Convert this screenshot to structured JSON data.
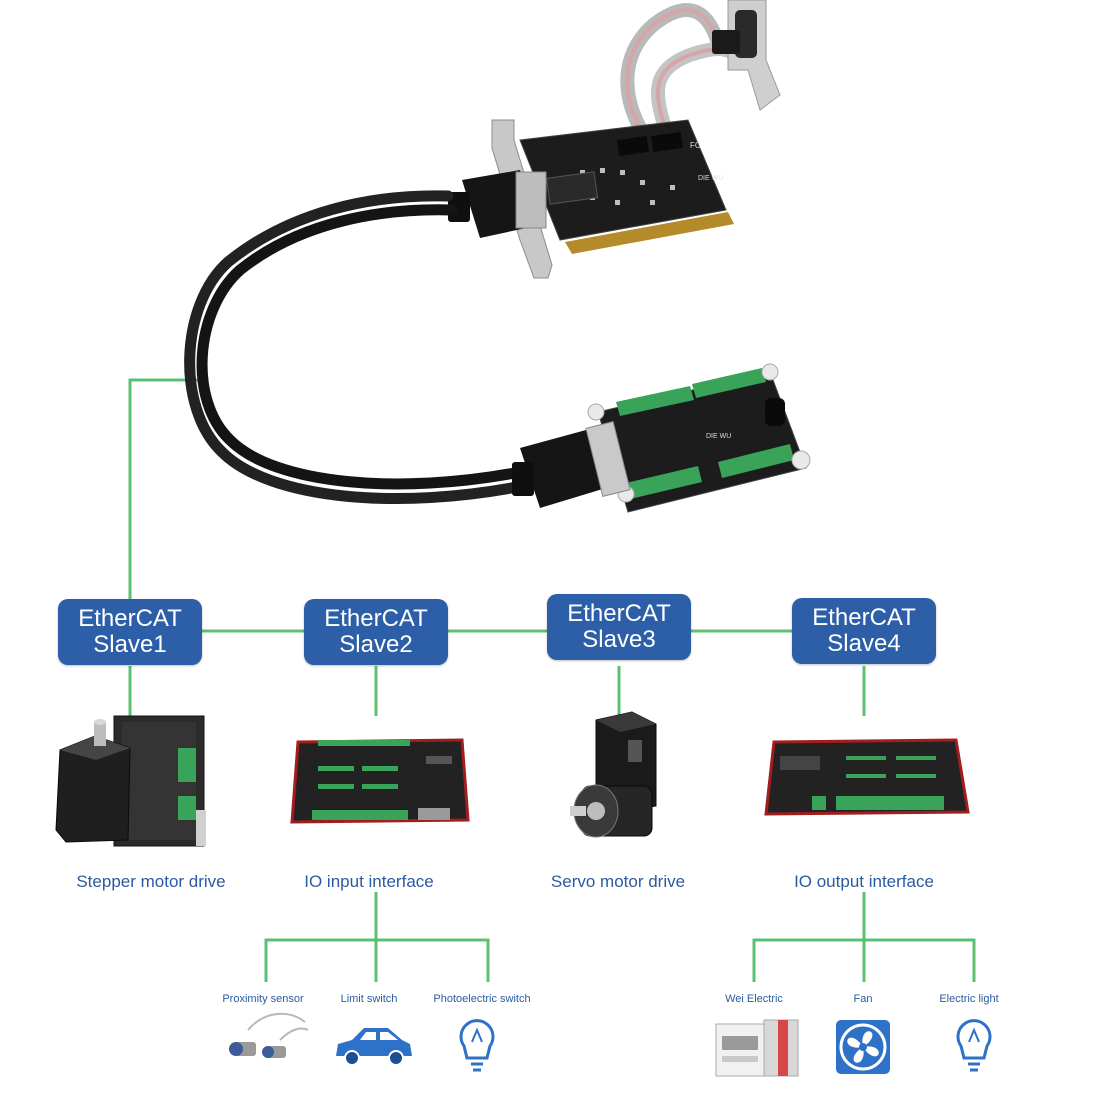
{
  "colors": {
    "link_line": "#5cc073",
    "slave_box": "#2c5fa8",
    "label_text": "#2c5aa0",
    "pcb": "#1c1c1c",
    "terminal": "#3aa35a",
    "cable": "#141414"
  },
  "slaves": [
    {
      "line1": "EtherCAT",
      "line2": "Slave1"
    },
    {
      "line1": "EtherCAT",
      "line2": "Slave2"
    },
    {
      "line1": "EtherCAT",
      "line2": "Slave3"
    },
    {
      "line1": "EtherCAT",
      "line2": "Slave4"
    }
  ],
  "devices": [
    {
      "label": "Stepper motor drive",
      "icon": "stepper-motor-drive-image"
    },
    {
      "label": "IO input interface",
      "icon": "io-input-module-image"
    },
    {
      "label": "Servo motor drive",
      "icon": "servo-motor-image"
    },
    {
      "label": "IO output interface",
      "icon": "io-output-module-image"
    }
  ],
  "inputs": [
    {
      "label": "Proximity sensor",
      "icon": "proximity-sensor-icon"
    },
    {
      "label": "Limit switch",
      "icon": "car-icon"
    },
    {
      "label": "Photoelectric switch",
      "icon": "lightbulb-icon"
    }
  ],
  "outputs": [
    {
      "label": "Wei Electric",
      "icon": "relay-device-icon"
    },
    {
      "label": "Fan",
      "icon": "fan-icon"
    },
    {
      "label": "Electric light",
      "icon": "lightbulb-icon"
    }
  ],
  "hardware": {
    "card_logo": "DIE WU",
    "card_mark": "FC",
    "breakout_logo": "DIE WU"
  }
}
